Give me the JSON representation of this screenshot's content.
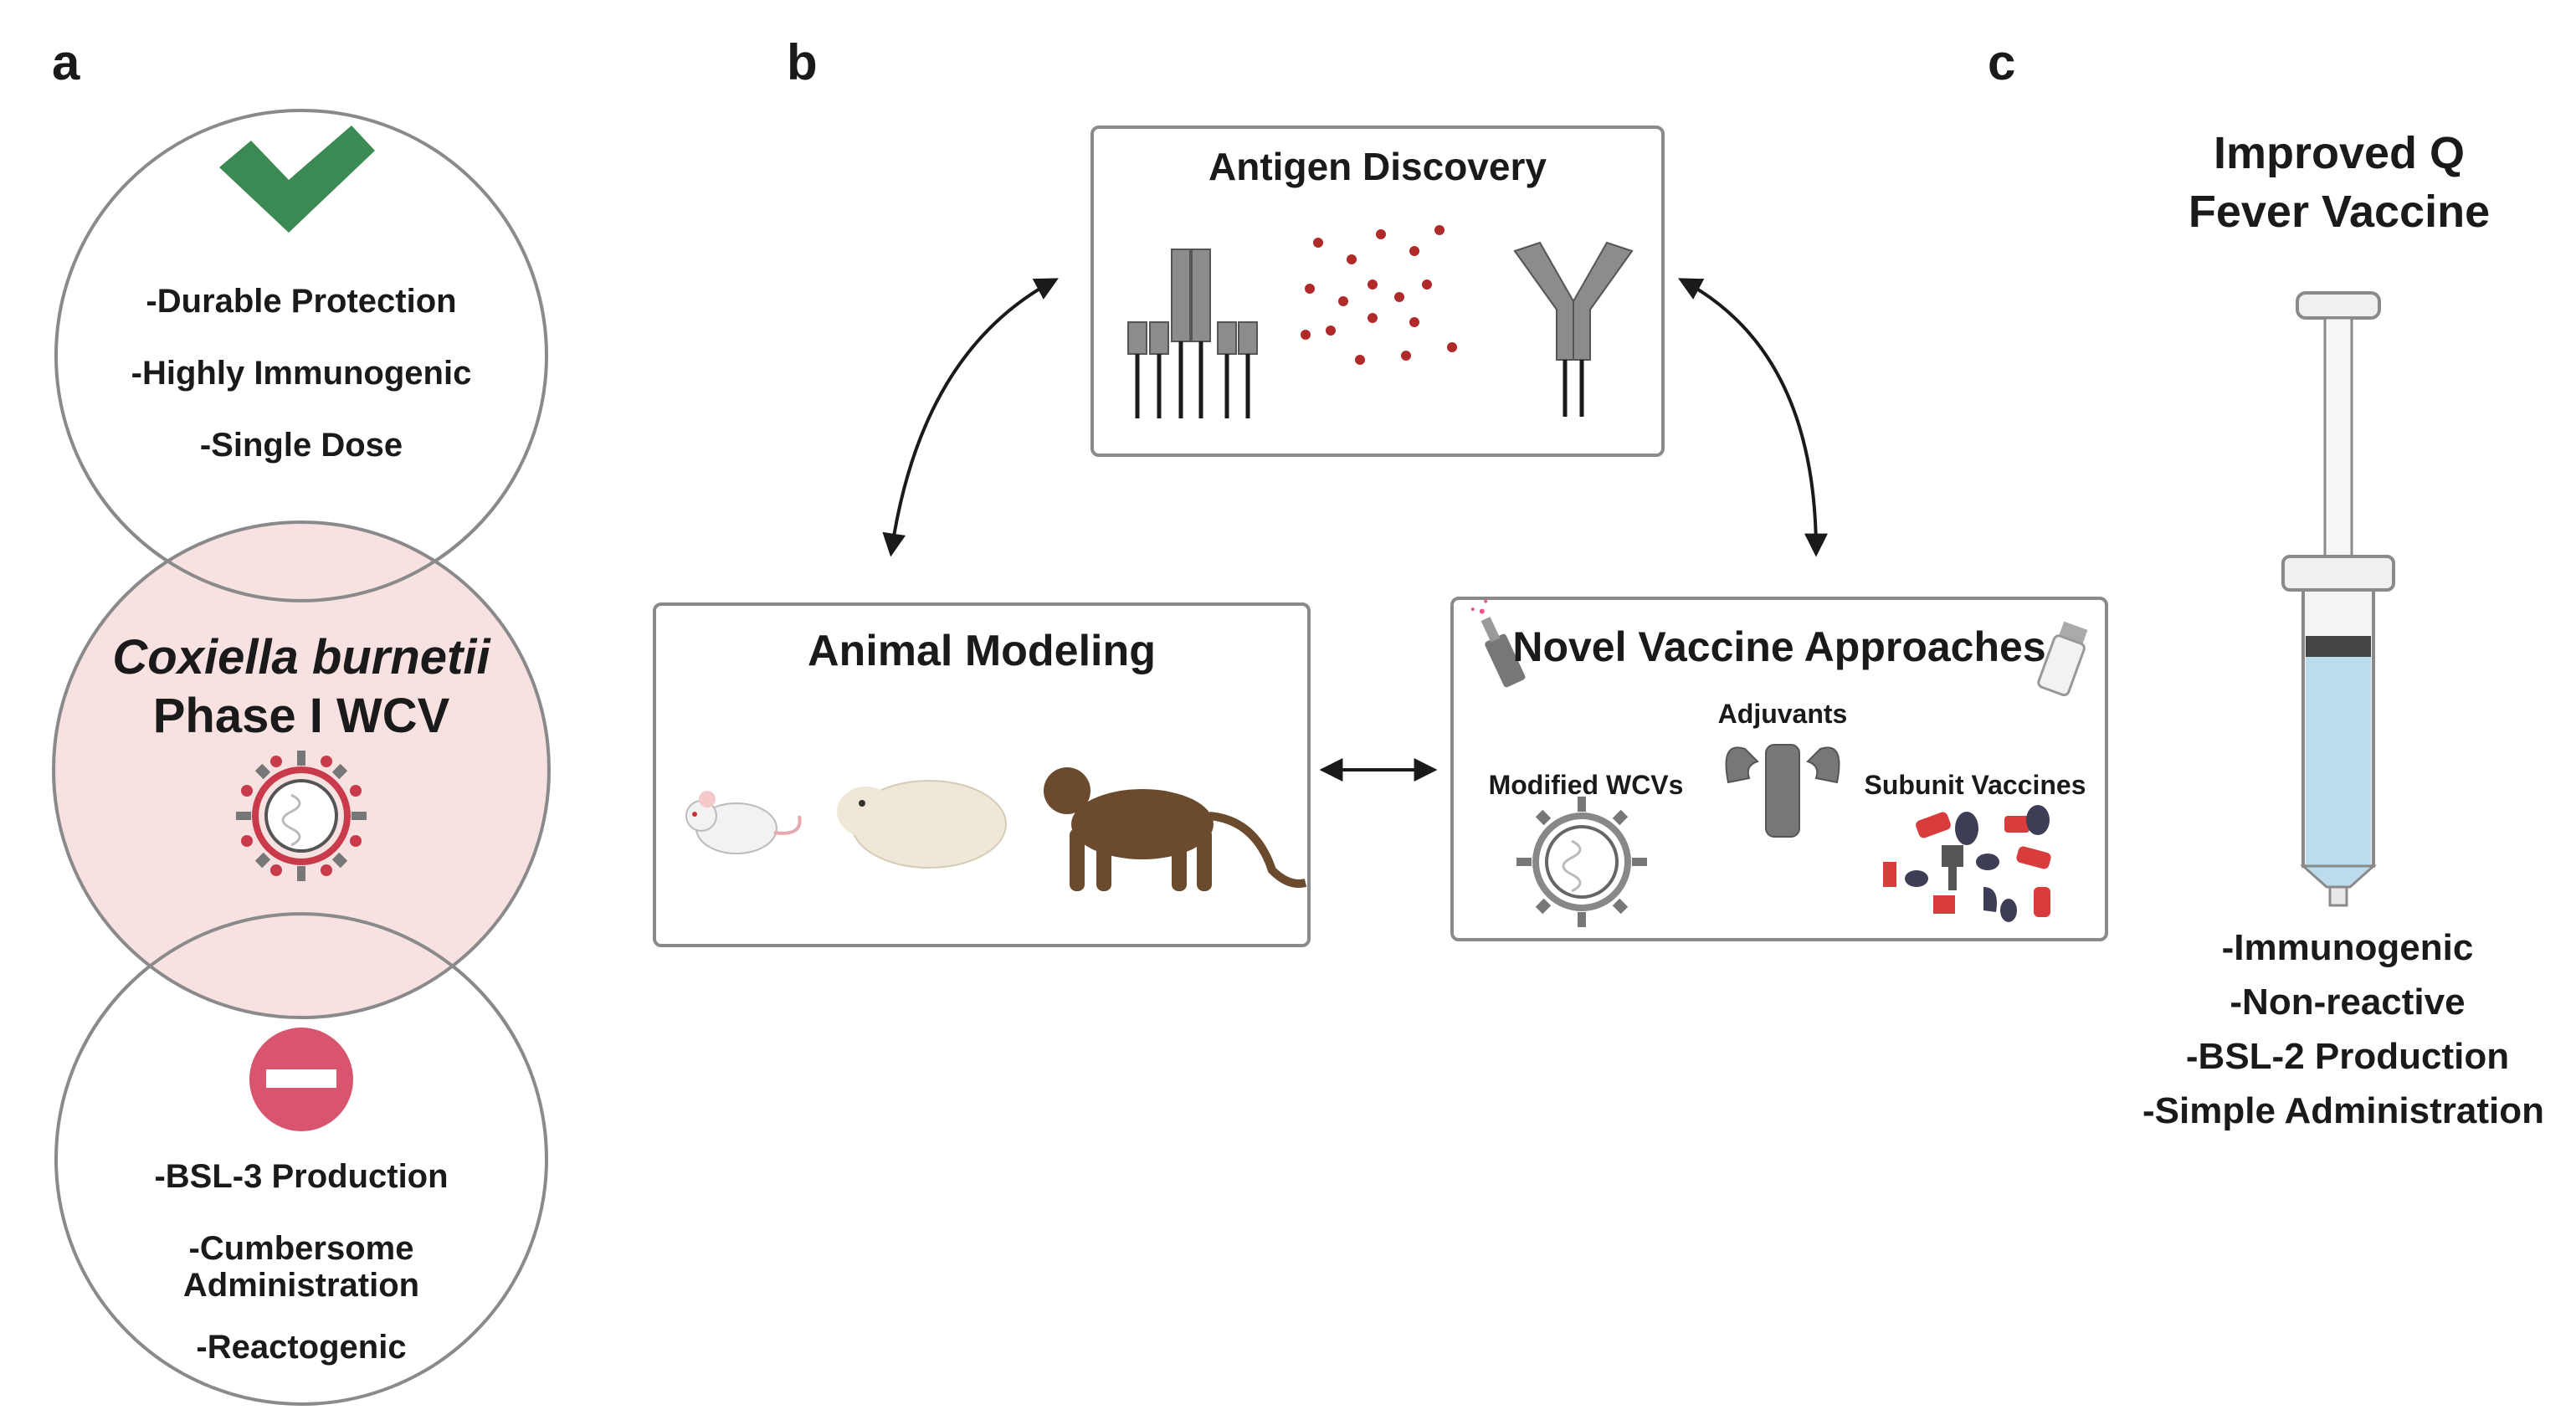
{
  "panels": {
    "a": {
      "letter": "a",
      "pros": [
        "-Durable Protection",
        "-Highly Immunogenic",
        "-Single Dose"
      ],
      "center_title_line1": "Coxiella burnetii",
      "center_title_line2": "Phase I WCV",
      "cons": [
        "-BSL-3 Production",
        "-Cumbersome",
        "Administration",
        "-Reactogenic"
      ]
    },
    "b": {
      "letter": "b",
      "antigen_discovery": "Antigen Discovery",
      "animal_modeling": "Animal Modeling",
      "novel_vaccine": "Novel Vaccine Approaches",
      "adjuvants": "Adjuvants",
      "modified_wcvs": "Modified WCVs",
      "subunit_vaccines": "Subunit Vaccines"
    },
    "c": {
      "letter": "c",
      "title_line1": "Improved Q",
      "title_line2": "Fever Vaccine",
      "benefits": [
        "-Immunogenic",
        "-Non-reactive",
        "-BSL-2 Production",
        "-Simple Administration"
      ]
    }
  },
  "colors": {
    "check_green": "#3c8a53",
    "stop_red": "#d9546f",
    "center_fill": "#f7e1e1",
    "syringe_liquid": "#bcdcee",
    "outline": "#8a8a8a"
  }
}
